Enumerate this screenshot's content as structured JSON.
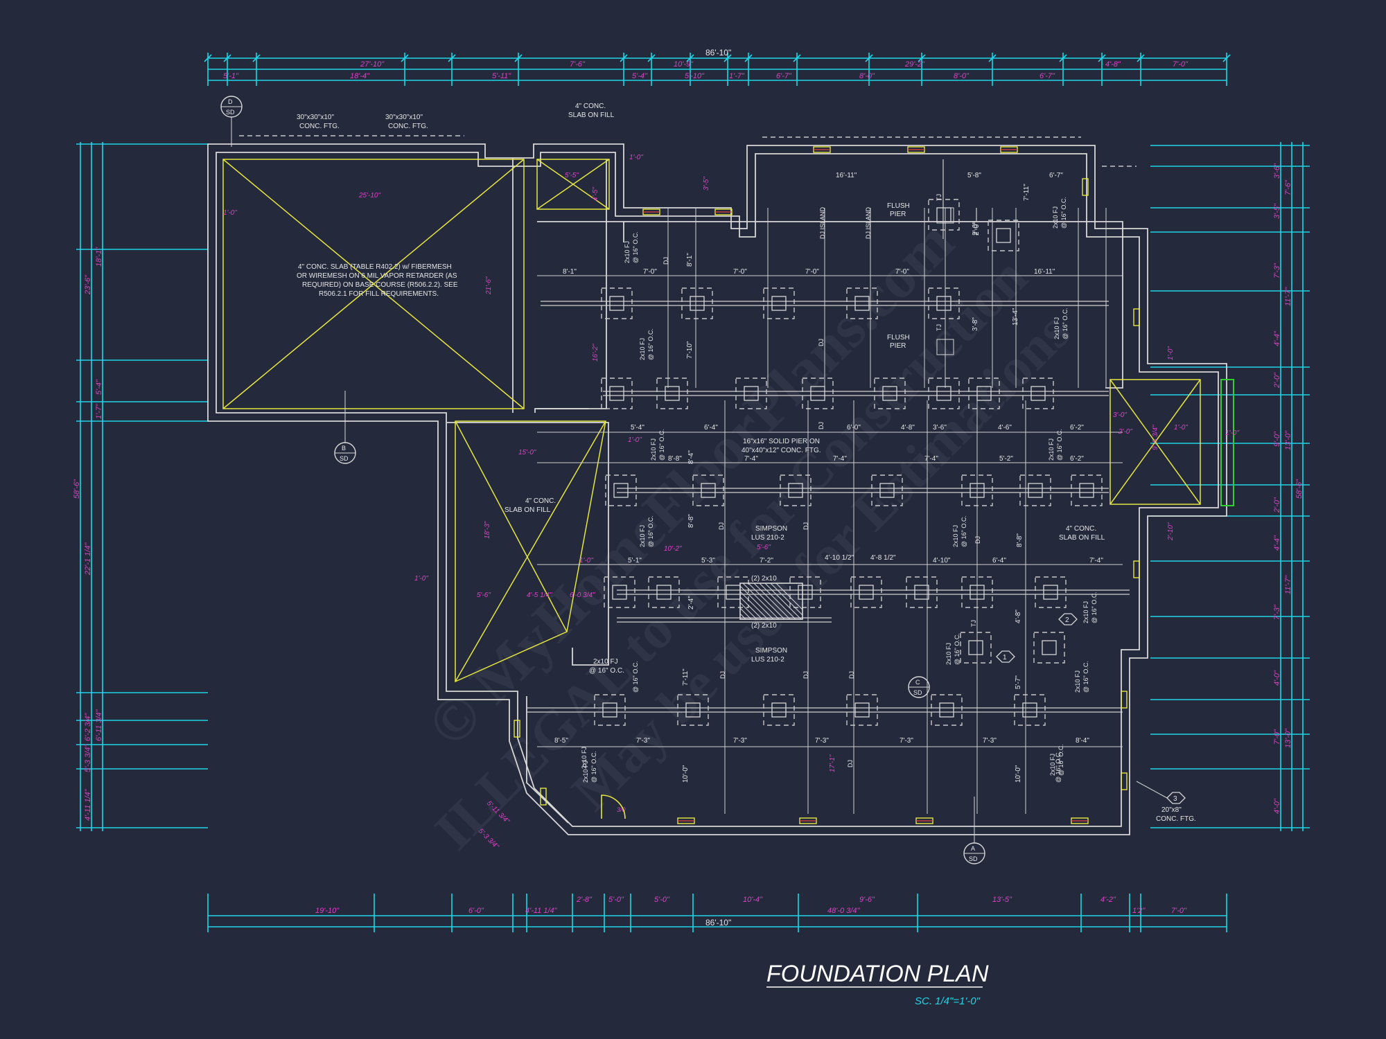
{
  "title": "FOUNDATION PLAN",
  "scale": "SC. 1/4\"=1'-0\"",
  "watermark": {
    "line1": "© MyHomeFloorPlans.com",
    "line2": "ILLEGAL to use for Construction",
    "line3": "May be used for Estimations"
  },
  "colors": {
    "background": "#242a3c",
    "dimension": "#1fd6e6",
    "magenta": "#e040c8",
    "slab": "#e6e640",
    "line": "#d8d8d8"
  },
  "dimensions": {
    "top_overall": "86'-10\"",
    "top_row1": [
      "27'-10\"",
      "7'-6\"",
      "10'-9\"",
      "29'-2\"",
      "4'-8\"",
      "7'-0\""
    ],
    "top_row2": [
      "5'-1\"",
      "18'-4\"",
      "5'-11\"",
      "5'-4\"",
      "5'-10\"",
      "1'-7\"",
      "6'-7\"",
      "8'-0\"",
      "8'-0\"",
      "6'-7\""
    ],
    "bottom_overall": "86'-10\"",
    "bottom_row1": [
      "19'-10\"",
      "6'-0\"",
      "4'-11 1/4\"",
      "48'-0 3/4\"",
      "1'2\"",
      "7'-0\""
    ],
    "bottom_row2": [
      "2'-8\"",
      "5'-0\"",
      "5'-0\"",
      "10'-4\"",
      "9'-6\"",
      "13'-5\"",
      "4'-2\""
    ],
    "left_overall": "58'-6\"",
    "left": [
      "23'-6\"",
      "18'-1\"",
      "5'-4\"",
      "1'-7\"",
      "22'-1 1/4\"",
      "6'-2 3/4\"",
      "6'-11 3/4\"",
      "5'-3 3/4\"",
      "4'-11 1/4\""
    ],
    "right_overall": "58'-6\"",
    "right": [
      "3'-6\"",
      "7'-6\"",
      "3'-5\"",
      "7'-3\"",
      "11'-7\"",
      "4'-4\"",
      "2'-0\"",
      "9'-0\"",
      "13'-0\"",
      "2'-0\"",
      "4'-4\"",
      "11'-7\"",
      "7'-3\"",
      "4'-0\"",
      "7'-0\"",
      "13'-0\"",
      "4'-0\""
    ]
  },
  "interior_dims": {
    "row_a": [
      "8'-1\"",
      "7'-0\"",
      "7'-0\"",
      "7'-0\"",
      "7'-0\"",
      "16'-11\""
    ],
    "row_b": [
      "5'-4\"",
      "6'-4\"",
      "6'-0\"",
      "4'-8\"",
      "3'-6\"",
      "4'-6\"",
      "6'-2\""
    ],
    "row_c": [
      "8'-8\"",
      "7'-4\"",
      "7'-4\"",
      "7'-4\"",
      "5'-2\"",
      "6'-2\""
    ],
    "row_d": [
      "5'-1\"",
      "5'-3\"",
      "7'-2\"",
      "4'-10 1/2\"",
      "4'-8 1/2\"",
      "4'-10\"",
      "6'-4\"",
      "7'-4\""
    ],
    "row_e": [
      "8'-5\"",
      "7'-3\"",
      "7'-3\"",
      "7'-3\"",
      "7'-3\"",
      "7'-3\"",
      "8'-4\""
    ],
    "top_row": [
      "16'-11\"",
      "5'-8\"",
      "6'-7\""
    ],
    "misc": [
      "25'-10\"",
      "21'-6\"",
      "15'-0\"",
      "18'-3\"",
      "5'-6\"",
      "4'-5 1/4\"",
      "6'-0 3/4\"",
      "10'-2\"",
      "5'-6\"",
      "16'-2\"",
      "8'-1\"",
      "7'-10\"",
      "13'-4\"",
      "3'-8\"",
      "2'-0\"",
      "7'-11\"",
      "8'-4\"",
      "8'-8\"",
      "2'-4\"",
      "7'-11\"",
      "10'-0\"",
      "17'-1\"",
      "10'-0\"",
      "5'-7\"",
      "4'-8\"",
      "8'-8\"",
      "1'-0\"",
      "1'-0\"",
      "1'-0\"",
      "1'-0\"",
      "1'-0\"",
      "5'-5\"",
      "4'-5\"",
      "3'-5\"",
      "2'-0\"",
      "2'-0\"",
      "1'-0\"",
      "1'-0\"",
      "1'-0\"",
      "2'-10\"",
      "3'-0\"",
      "9'-5 3/4\"",
      "5'-11 3/4\"",
      "5'-3 3/4\""
    ]
  },
  "notes": {
    "ftg1": [
      "30\"x30\"x10\"",
      "CONC. FTG."
    ],
    "ftg2": [
      "30\"x30\"x10\"",
      "CONC. FTG."
    ],
    "slab_top": [
      "4\" CONC.",
      "SLAB ON FILL"
    ],
    "main_slab": [
      "4\" CONC. SLAB (TABLE R402.2) w/ FIBERMESH",
      "OR WIREMESH ON 6 MIL VAPOR RETARDER (AS",
      "REQUIRED) ON BASE COURSE (R506.2.2). SEE",
      "R506.2.1 FOR FILL REQUIREMENTS."
    ],
    "slab_mid": [
      "4\" CONC.",
      "SLAB ON FILL"
    ],
    "slab_right": [
      "4\" CONC.",
      "SLAB ON FILL"
    ],
    "pier": [
      "16\"x16\" SOLID PIER ON",
      "40\"x40\"x12\" CONC. FTG."
    ],
    "flush_pier": [
      "FLUSH",
      "PIER"
    ],
    "simpson": [
      "SIMPSON",
      "LUS 210-2"
    ],
    "two_by": "(2) 2x10",
    "fj": [
      "2x10 FJ",
      "@ 16\" O.C."
    ],
    "ftg3": [
      "20\"x8\"",
      "CONC. FTG."
    ],
    "dj": "DJ",
    "dj_island": "DJ ISLAND",
    "tj": "TJ",
    "door": "3/0"
  },
  "callouts": {
    "d_sd": [
      "D",
      "SD"
    ],
    "b_sd": [
      "B",
      "SD"
    ],
    "c_sd": [
      "C",
      "SD"
    ],
    "a_sd": [
      "A",
      "SD"
    ],
    "n1": "1",
    "n2": "2",
    "n3": "3"
  }
}
